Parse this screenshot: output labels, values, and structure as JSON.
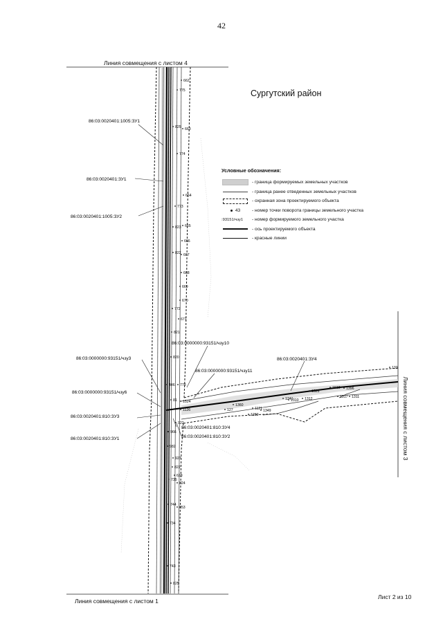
{
  "page": {
    "number": "42",
    "top_match_line": "Линия совмещения с листом 4",
    "bottom_match_line": "Линия совмещения с листом 1",
    "right_match_line": "Линия совмещения с листом 3",
    "sheet_label": "Лист 2 из 10",
    "region_title": "Сургутский район"
  },
  "legend": {
    "title": "Условные обозначения:",
    "items": [
      {
        "symbol": "fill",
        "label": "- граница формируемых земельных участков"
      },
      {
        "symbol": "thin",
        "label": "- граница ранее отведенных земельных участков"
      },
      {
        "symbol": "dash",
        "label": "- охранная зона проектируемого объекта"
      },
      {
        "symbol": "point",
        "symbol_text": "43",
        "label": "- номер точки поворота границы земельного участка"
      },
      {
        "symbol": "code",
        "symbol_text": ":93151/чзу1",
        "label": "- номер формируемого земельного участка"
      },
      {
        "symbol": "thick",
        "label": "- ось проектируемого объекта"
      },
      {
        "symbol": "red",
        "label": "- красные линии"
      }
    ]
  },
  "parcels": [
    {
      "id": "p1",
      "text": "86:03:0020401:1005:ЗУ1"
    },
    {
      "id": "p2",
      "text": "86:03:0020401:ЗУ1"
    },
    {
      "id": "p3",
      "text": "86:03:0020401:1005:ЗУ2"
    },
    {
      "id": "p4",
      "text": "86:03:0000000:93151/чзу10"
    },
    {
      "id": "p5",
      "text": "86:03:0000000:93151/чзу3"
    },
    {
      "id": "p6",
      "text": "86:03:0000000:93151/чзу11"
    },
    {
      "id": "p7",
      "text": "86:03:0020401:ЗУ4"
    },
    {
      "id": "p8",
      "text": "86:03:0000000:93151/чзу6"
    },
    {
      "id": "p9",
      "text": "86:03:0020401:810:ЗУ3"
    },
    {
      "id": "p10",
      "text": "86:03:0020401:810:ЗУ4"
    },
    {
      "id": "p11",
      "text": "86:03:0020401:810:ЗУ1"
    },
    {
      "id": "p12",
      "text": "86:03:0020401:810:ЗУ2"
    }
  ],
  "points": [
    "662",
    "775",
    "825",
    "663",
    "774",
    "664",
    "773",
    "823",
    "665",
    "666",
    "822",
    "667",
    "668",
    "669",
    "670",
    "772",
    "671",
    "821",
    "820",
    "778",
    "1524",
    "1396",
    "1513",
    "132",
    "1528",
    "1317",
    "1311",
    "1360",
    "1310",
    "1312",
    "1349",
    "1241",
    "1280",
    "127",
    "1121",
    "1126",
    "922",
    "966",
    "982",
    "927",
    "822",
    "623",
    "824",
    "735",
    "744",
    "853",
    "734",
    "743",
    "825",
    "446",
    "81"
  ]
}
